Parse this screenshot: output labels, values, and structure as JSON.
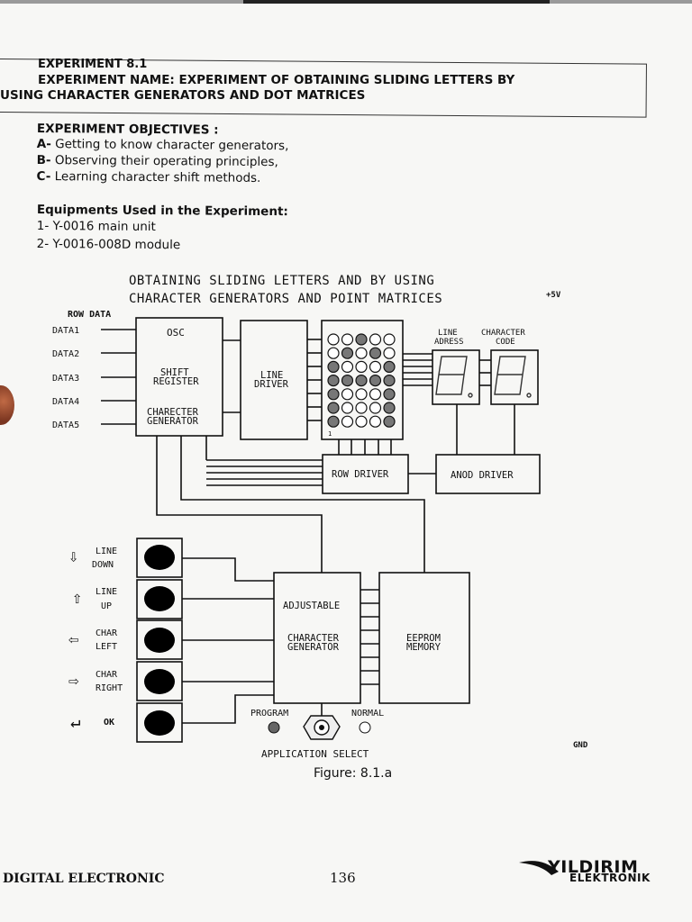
{
  "header": {
    "experiment_no": "EXPERIMENT 8.1",
    "name_line1": "EXPERIMENT NAME: EXPERIMENT OF OBTAINING SLIDING LETTERS BY",
    "name_line2": "USING CHARACTER GENERATORS AND DOT MATRICES"
  },
  "objectives": {
    "title": "EXPERIMENT OBJECTIVES :",
    "items": [
      {
        "letter": "A-",
        "text": "Getting to know character generators,"
      },
      {
        "letter": "B-",
        "text": "Observing their operating principles,"
      },
      {
        "letter": "C-",
        "text": "Learning character shift methods."
      }
    ]
  },
  "equipment": {
    "title": "Equipments Used in the Experiment:",
    "items": [
      "1- Y-0016 main unit",
      "2- Y-0016-008D module"
    ]
  },
  "figure": {
    "title_line1": "OBTAINING SLIDING LETTERS AND BY USING",
    "title_line2": "CHARACTER GENERATORS AND POINT MATRICES",
    "supply": "+5V",
    "ground": "GND",
    "row_data": "ROW DATA",
    "data_lines": [
      "DATA1",
      "DATA2",
      "DATA3",
      "DATA4",
      "DATA5"
    ],
    "osc": "OSC",
    "shift_register": [
      "SHIFT",
      "REGISTER"
    ],
    "char_generator": [
      "CHARECTER",
      "GENERATOR"
    ],
    "line_driver": [
      "LINE",
      "DRIVER"
    ],
    "line_adress": [
      "LINE",
      "ADRESS"
    ],
    "character_code": [
      "CHARACTER",
      "CODE"
    ],
    "row_driver": "ROW DRIVER",
    "anod_driver": "ANOD DRIVER",
    "matrix_pin": "1",
    "adjustable": "ADJUSTABLE",
    "adj_char_gen": [
      "CHARACTER",
      "GENERATOR"
    ],
    "eeprom": [
      "EEPROM",
      "MEMORY"
    ],
    "buttons": [
      {
        "arrow": "⇩",
        "line1": "LINE",
        "line2": "DOWN"
      },
      {
        "arrow": "⇧",
        "line1": "LINE",
        "line2": "UP"
      },
      {
        "arrow": "⇦",
        "line1": "CHAR",
        "line2": "LEFT"
      },
      {
        "arrow": "⇨",
        "line1": "CHAR",
        "line2": "RIGHT"
      },
      {
        "arrow": "↵",
        "line1": "OK",
        "line2": ""
      }
    ],
    "program": "PROGRAM",
    "normal": "NORMAL",
    "app_select": "APPLICATION SELECT",
    "matrix_filled": [
      [
        0,
        0,
        1,
        0,
        0
      ],
      [
        0,
        1,
        0,
        1,
        0
      ],
      [
        1,
        0,
        0,
        0,
        1
      ],
      [
        1,
        1,
        1,
        1,
        1
      ],
      [
        1,
        0,
        0,
        0,
        1
      ],
      [
        1,
        0,
        0,
        0,
        1
      ],
      [
        1,
        0,
        0,
        0,
        1
      ]
    ]
  },
  "caption": "Figure: 8.1.a",
  "footer": {
    "left": "DIGITAL ELECTRONIC",
    "page": "136",
    "logo_line1": "YILDIRIM",
    "logo_line2": "ELEKTRONIK"
  }
}
